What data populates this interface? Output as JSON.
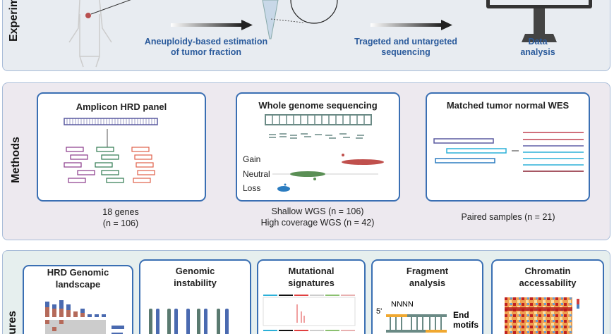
{
  "experiment": {
    "label": "Experim",
    "steps": [
      {
        "text_line1": "Aneuploidy-based estimation",
        "text_line2": "of tumor fraction"
      },
      {
        "text_line1": "Trageted and untargeted",
        "text_line2": "sequencing"
      },
      {
        "text_line1": "Data",
        "text_line2": "analysis"
      }
    ]
  },
  "methods": {
    "label": "Methods",
    "panels": [
      {
        "title": "Amplicon HRD panel",
        "caption_line1": "18 genes",
        "caption_line2": "(n = 106)"
      },
      {
        "title": "Whole genome sequencing",
        "caption_line1": "Shallow WGS (n = 106)",
        "caption_line2": "High coverage WGS (n = 42)",
        "cn_labels": {
          "gain": "Gain",
          "neutral": "Neutral",
          "loss": "Loss"
        }
      },
      {
        "title": "Matched tumor normal WES",
        "caption_line1": "Paired samples (n = 21)"
      }
    ]
  },
  "features": {
    "label": "ures",
    "panels": [
      {
        "title_line1": "HRD Genomic",
        "title_line2": "landscape"
      },
      {
        "title_line1": "Genomic",
        "title_line2": "instability"
      },
      {
        "title_line1": "Mutational",
        "title_line2": "signatures"
      },
      {
        "title_line1": "Fragment",
        "title_line2": "analysis",
        "motif_label": "NNNN",
        "five_prime": "5'",
        "end_motifs_line1": "End",
        "end_motifs_line2": "motifs"
      },
      {
        "title_line1": "Chromatin",
        "title_line2": "accessability"
      }
    ]
  },
  "colors": {
    "accent_blue": "#2b5b9c",
    "panel_border": "#3a6fb3",
    "gain": "#c0504d",
    "neutral": "#5a8f55",
    "loss": "#2b7cc0"
  }
}
